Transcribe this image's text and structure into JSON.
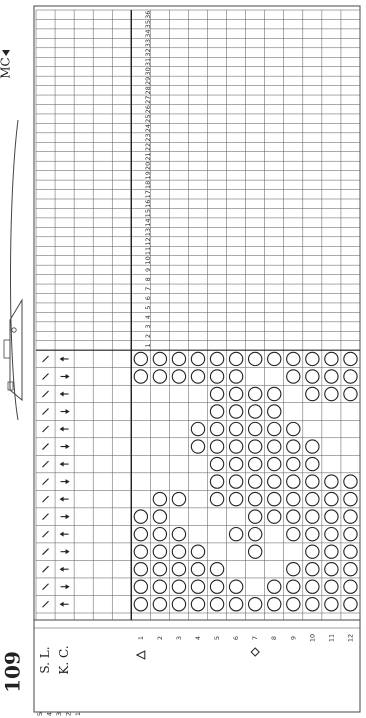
{
  "page_number": "109",
  "mc_label": "MC",
  "row_labels": [
    "K. C.",
    "S. L."
  ],
  "left_row_numbers": [
    "5",
    "4",
    "3",
    "2",
    "1"
  ],
  "needle_numbers": [
    "1",
    "2",
    "3",
    "4",
    "5",
    "6",
    "7",
    "8",
    "9",
    "10",
    "11",
    "12",
    "13",
    "14",
    "15",
    "16",
    "17",
    "18",
    "19",
    "20",
    "21",
    "22",
    "23",
    "24",
    "25",
    "26",
    "27",
    "28",
    "29",
    "30",
    "31",
    "32",
    "33",
    "34",
    "35",
    "36"
  ],
  "pattern_row_numbers": [
    "1",
    "2",
    "3",
    "4",
    "5",
    "6",
    "7",
    "8",
    "9",
    "10",
    "11",
    "12"
  ],
  "kc_arrows": [
    "down",
    "up",
    "down",
    "up",
    "down",
    "up",
    "down",
    "up",
    "down",
    "up",
    "down",
    "up",
    "down",
    "up",
    "down"
  ],
  "sl_count": 15,
  "markers": {
    "row1": "triangle",
    "row7": "diamond"
  },
  "pattern": [
    [
      1,
      1,
      1,
      1,
      1,
      1,
      0,
      0,
      0,
      0,
      0,
      0,
      0,
      1,
      1
    ],
    [
      1,
      1,
      1,
      1,
      1,
      1,
      1,
      0,
      0,
      0,
      0,
      0,
      0,
      1,
      1
    ],
    [
      1,
      1,
      1,
      1,
      1,
      0,
      1,
      0,
      0,
      0,
      0,
      0,
      0,
      1,
      1
    ],
    [
      1,
      1,
      1,
      1,
      0,
      0,
      0,
      0,
      0,
      1,
      1,
      0,
      0,
      1,
      1
    ],
    [
      1,
      1,
      1,
      0,
      0,
      0,
      1,
      1,
      1,
      1,
      1,
      1,
      1,
      1,
      1
    ],
    [
      1,
      1,
      0,
      0,
      1,
      0,
      1,
      1,
      1,
      1,
      1,
      1,
      1,
      1,
      1
    ],
    [
      1,
      0,
      0,
      1,
      1,
      1,
      1,
      1,
      1,
      1,
      1,
      1,
      1,
      0,
      1
    ],
    [
      1,
      1,
      0,
      0,
      0,
      1,
      1,
      1,
      1,
      1,
      1,
      1,
      1,
      0,
      1
    ],
    [
      1,
      1,
      1,
      0,
      1,
      1,
      1,
      1,
      1,
      1,
      1,
      0,
      0,
      1,
      1
    ],
    [
      1,
      1,
      1,
      1,
      1,
      1,
      1,
      1,
      1,
      1,
      0,
      0,
      1,
      1,
      1
    ],
    [
      1,
      1,
      1,
      1,
      1,
      1,
      1,
      1,
      0,
      0,
      0,
      0,
      1,
      1,
      1
    ],
    [
      1,
      1,
      1,
      1,
      1,
      1,
      1,
      1,
      0,
      0,
      0,
      0,
      1,
      1,
      1
    ]
  ]
}
